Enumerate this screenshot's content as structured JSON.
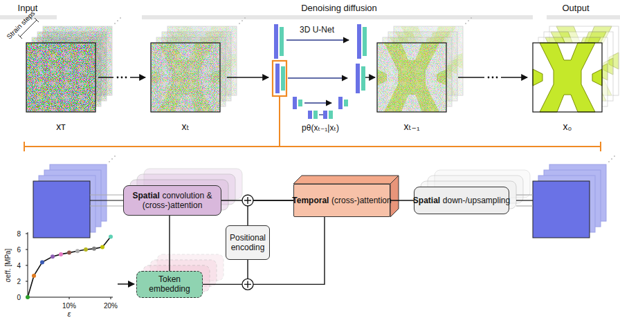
{
  "diagram": {
    "nodes": [
      {
        "text": [
          "Spatial",
          "convolution & (cross-)attention"
        ]
      },
      {
        "text": [
          "Positional encoding"
        ]
      },
      {
        "text": [
          "Temporal",
          "(cross-)attention"
        ]
      },
      {
        "text": [
          "Spatial",
          "down-/upsampling"
        ]
      },
      {
        "text": [
          "Token embedding"
        ]
      }
    ],
    "edges": [
      {
        "from": 0,
        "to": 2,
        "arrow": "none"
      },
      {
        "from": 1,
        "to": 2,
        "arrow": "none"
      },
      {
        "from": 0,
        "to": 4,
        "arrow": "none"
      },
      {
        "from": 4,
        "to": 2,
        "arrow": "none"
      },
      {
        "from": 2,
        "to": 3,
        "arrow": "none"
      }
    ],
    "labels": [
      "Input",
      "Denoising diffusion",
      "Output",
      "Strain steps",
      "xᴛ",
      "xₜ",
      "3D U-Net",
      "pθ(xₜ₋₁|xₜ)",
      "xₜ₋₁",
      "x₀",
      "8",
      "6",
      "4",
      "2",
      "0",
      "σeff. [MPa]",
      "10%",
      "20%",
      "ε"
    ]
  }
}
